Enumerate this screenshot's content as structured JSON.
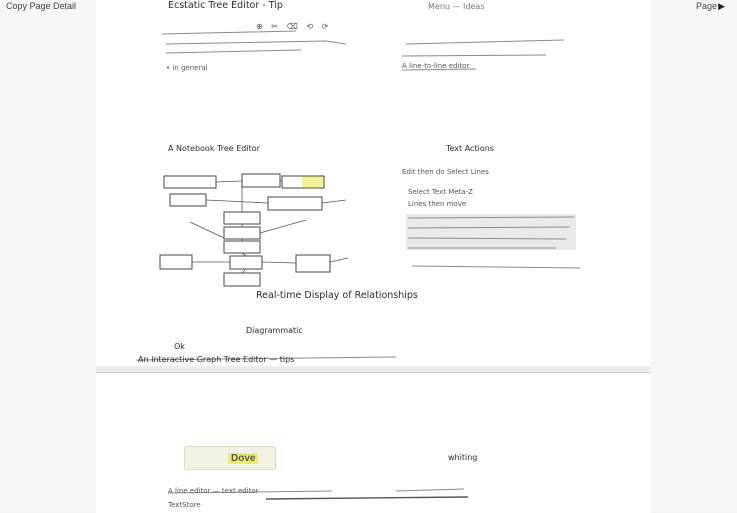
{
  "left_panel": {
    "label": "Copy Page Detail"
  },
  "right_panel": {
    "label": "Page",
    "arrow": "▶"
  },
  "page1": {
    "header": "Ecstatic Tree Editor - Tip",
    "toolbar_marks": "⊕ ✂ ⌫ ⟲ ⟳",
    "header_right": "Menu — Ideas",
    "left_note": "• in general",
    "right_note": "A line-to-line editor",
    "left_title": "A Notebook Tree Editor",
    "right_title": "Text Actions",
    "right_item1": "Edit then do Select Lines",
    "right_item2": "Select Text   Meta-Z",
    "right_item3": "Lines   then   move",
    "caption": "Real-time Display of Relationships",
    "note1": "Diagrammatic",
    "note2": "Ok",
    "note3": "An Interactive Graph Tree Editor — tips"
  },
  "page2": {
    "badge": "Dove",
    "right_title": "whiting",
    "line1": "A line editor   — text editor",
    "line2": "TextStore"
  }
}
